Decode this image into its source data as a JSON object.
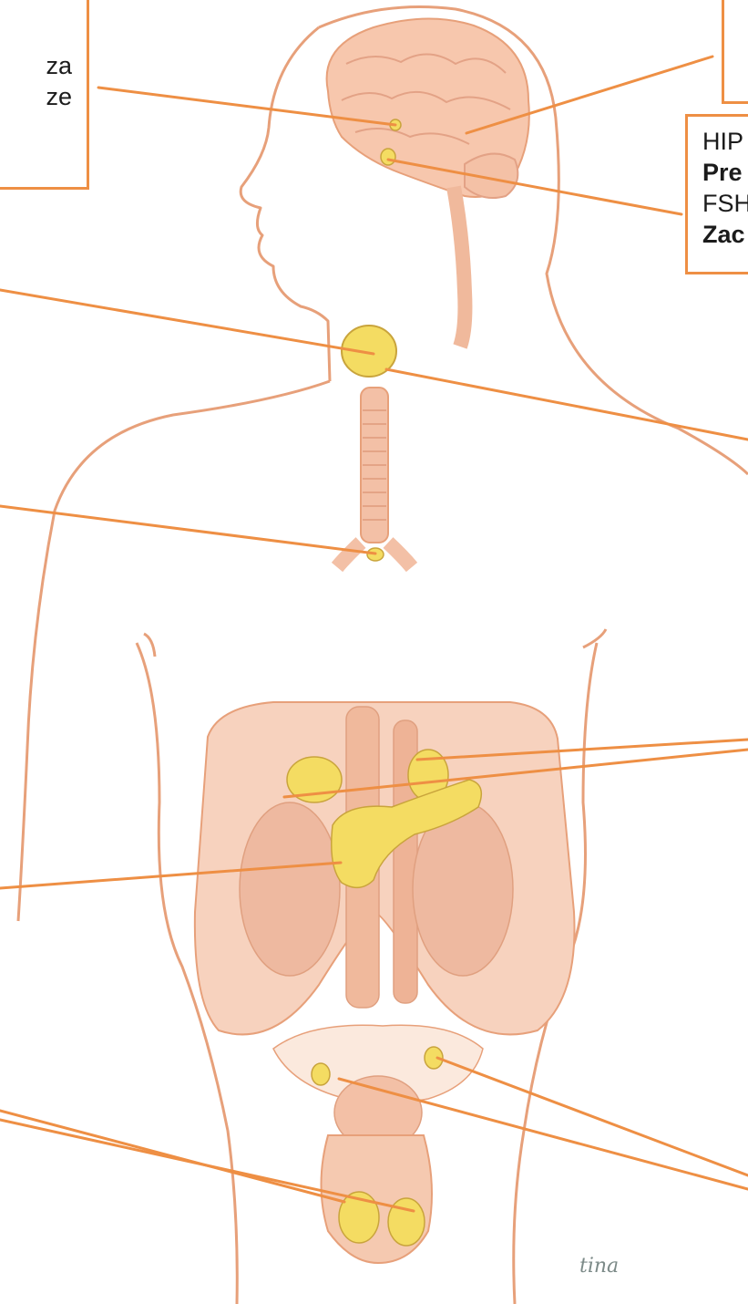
{
  "labels": {
    "left_top": {
      "line1": "za",
      "line2": "ze"
    },
    "right_hip": {
      "line1": "HIP",
      "line2": "Pre",
      "line3": "FSH",
      "line4": "Zac"
    }
  },
  "signature": "tina",
  "colors": {
    "leader_line": "#ee8f44",
    "box_border": "#ee8f44",
    "skin": "#f5c9b0",
    "outline": "#e7a07a",
    "gland": "#f4dc62",
    "gland_outline": "#c9a43c"
  }
}
